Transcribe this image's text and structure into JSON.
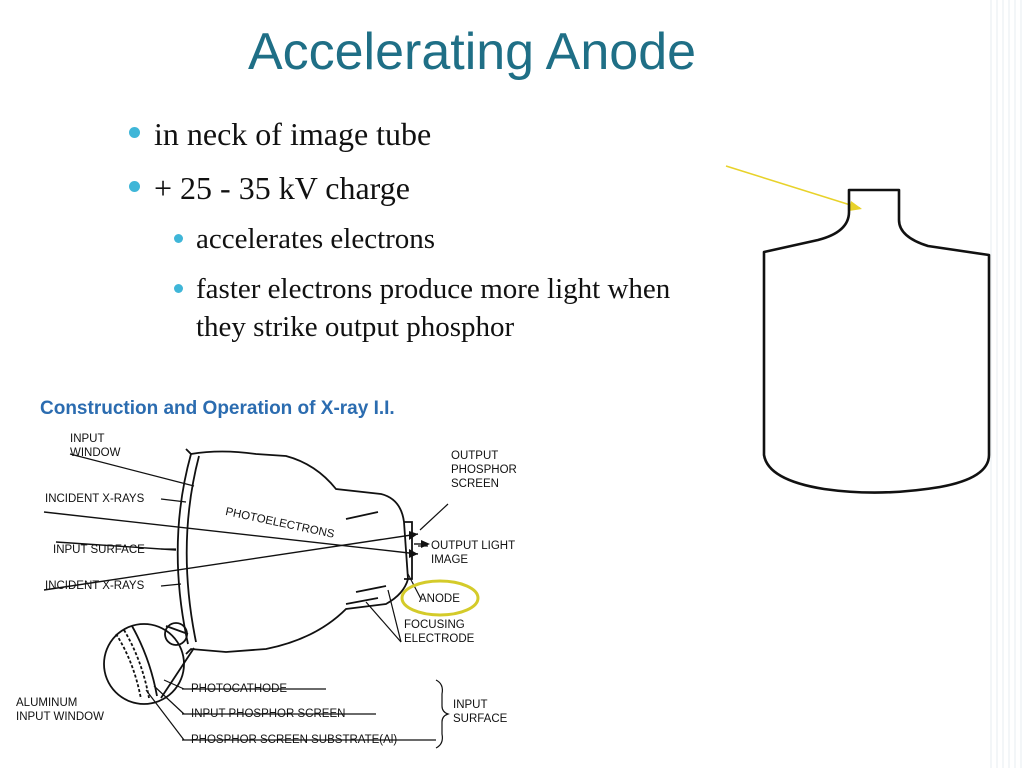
{
  "slide": {
    "title": "Accelerating Anode",
    "bullets": [
      "in neck of image tube",
      "+ 25 - 35 kV charge"
    ],
    "sub_bullets": [
      "accelerates electrons",
      "faster electrons produce more light when they strike output phosphor"
    ],
    "pointer_color": "#e8d22a",
    "bullet_color": "#3fb6d8",
    "title_color": "#1f6f86"
  },
  "figure": {
    "title": "Construction and Operation of X-ray I.I.",
    "highlight_color": "#d4cb2a",
    "labels": {
      "input_window": [
        "INPUT",
        "WINDOW"
      ],
      "incident_xrays_top": "INCIDENT X-RAYS",
      "input_surface_left": "INPUT SURFACE",
      "incident_xrays_bottom": "INCIDENT X-RAYS",
      "photoelectrons": "PHOTOELECTRONS",
      "output_phosphor_screen": [
        "OUTPUT",
        "PHOSPHOR",
        "SCREEN"
      ],
      "output_light_image": [
        "OUTPUT LIGHT",
        "IMAGE"
      ],
      "anode": "ANODE",
      "focusing_electrode": [
        "FOCUSING",
        "ELECTRODE"
      ],
      "photocathode": "PHOTOCATHODE",
      "input_phosphor_screen": "INPUT PHOSPHOR SCREEN",
      "phosphor_screen_substrate": "PHOSPHOR SCREEN SUBSTRATE(Al)",
      "aluminum_input_window": [
        "ALUMINUM",
        "INPUT WINDOW"
      ],
      "input_surface_right": [
        "INPUT",
        "SURFACE"
      ]
    }
  }
}
